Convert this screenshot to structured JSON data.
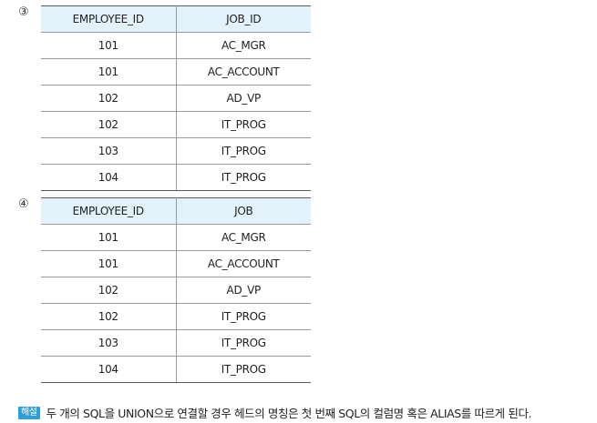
{
  "tables": [
    {
      "number": "③",
      "headers": [
        "EMPLOYEE_ID",
        "JOB_ID"
      ],
      "rows": [
        [
          "101",
          "AC_MGR"
        ],
        [
          "101",
          "AC_ACCOUNT"
        ],
        [
          "102",
          "AD_VP"
        ],
        [
          "102",
          "IT_PROG"
        ],
        [
          "103",
          "IT_PROG"
        ],
        [
          "104",
          "IT_PROG"
        ]
      ]
    },
    {
      "number": "④",
      "headers": [
        "EMPLOYEE_ID",
        "JOB"
      ],
      "rows": [
        [
          "101",
          "AC_MGR"
        ],
        [
          "101",
          "AC_ACCOUNT"
        ],
        [
          "102",
          "AD_VP"
        ],
        [
          "102",
          "IT_PROG"
        ],
        [
          "103",
          "IT_PROG"
        ],
        [
          "104",
          "IT_PROG"
        ]
      ]
    }
  ],
  "explanation": {
    "badge": "해설",
    "text": "두 개의 SQL을 UNION으로 연결할 경우 헤드의 명칭은 첫 번째 SQL의 컬럼명 혹은 ALIAS를 따르게 된다."
  }
}
